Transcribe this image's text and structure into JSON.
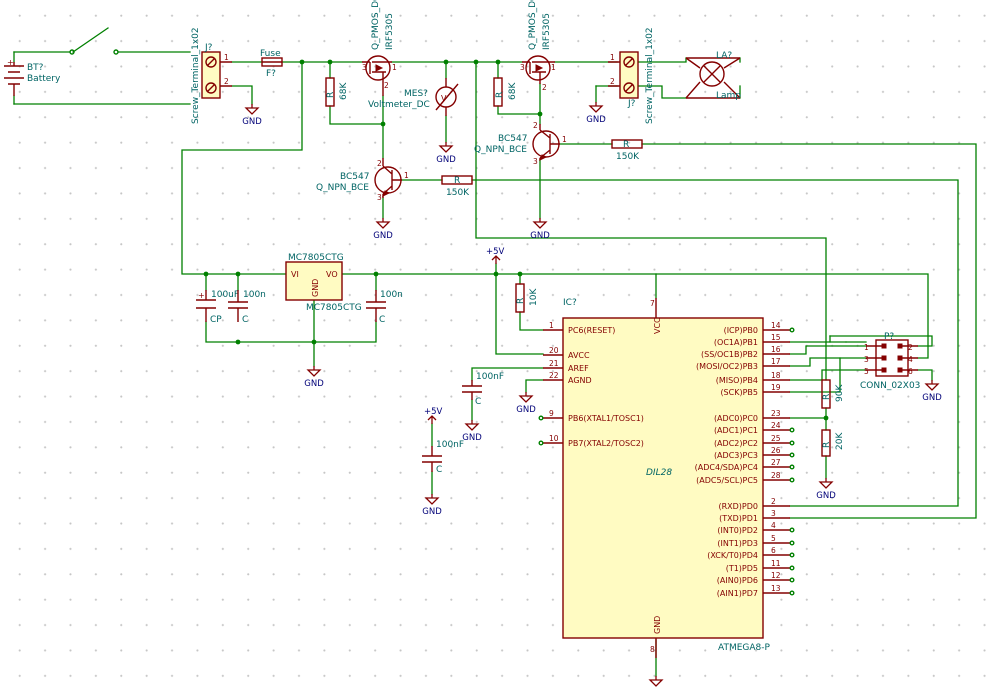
{
  "battery": {
    "ref": "BT?",
    "value": "Battery",
    "pin1": "+"
  },
  "terminal_in": {
    "ref": "J?",
    "value": "Screw_Terminal_1x02",
    "pin1": "1",
    "pin2": "2"
  },
  "terminal_out": {
    "ref": "J?",
    "value": "Screw_Terminal_1x02",
    "pin1": "1",
    "pin2": "2"
  },
  "fuse": {
    "ref": "F?",
    "value": "Fuse"
  },
  "pmos1": {
    "value": "Q_PMOS_DGS",
    "part": "IRF5305",
    "pin_s": "3",
    "pin_d": "1",
    "pin_g": "2"
  },
  "pmos2": {
    "value": "Q_PMOS_DGS",
    "part": "IRF5305",
    "pin_s": "3",
    "pin_d": "1",
    "pin_g": "2"
  },
  "r68k_a": {
    "ref": "R",
    "value": "68K"
  },
  "r68k_b": {
    "ref": "R",
    "value": "68K"
  },
  "voltmeter": {
    "ref": "MES?",
    "value": "Voltmeter_DC",
    "symbol": "V"
  },
  "lamp": {
    "ref": "LA?",
    "value": "Lamp"
  },
  "npn1": {
    "value": "BC547",
    "part": "Q_NPN_BCE",
    "pin_b": "1",
    "pin_c": "2",
    "pin_e": "3"
  },
  "npn2": {
    "value": "BC547",
    "part": "Q_NPN_BCE",
    "pin_b": "1",
    "pin_c": "2",
    "pin_e": "3"
  },
  "r150k_a": {
    "ref": "R",
    "value": "150K"
  },
  "r150k_b": {
    "ref": "R",
    "value": "150K"
  },
  "regulator": {
    "ref": "MC7805CTG",
    "value": "MC7805CTG",
    "vi": "VI",
    "vo": "VO",
    "gnd": "GND"
  },
  "cap_cp": {
    "value": "100uF",
    "ref": "CP"
  },
  "cap_c1": {
    "value": "100n",
    "ref": "C"
  },
  "cap_c2": {
    "value": "100n",
    "ref": "C"
  },
  "cap_aref": {
    "value": "100nF",
    "ref": "C"
  },
  "cap_c4": {
    "value": "100nF",
    "ref": "C"
  },
  "r10k": {
    "ref": "R",
    "value": "10K"
  },
  "r90k": {
    "ref": "R",
    "value": "90K"
  },
  "r20k": {
    "ref": "R",
    "value": "20K"
  },
  "header": {
    "ref": "P?",
    "value": "CONN_02X03",
    "pins": [
      "1",
      "2",
      "3",
      "4",
      "5",
      "6"
    ]
  },
  "power": {
    "gnd": "GND",
    "vcc": "+5V"
  },
  "ic": {
    "ref": "IC?",
    "value": "ATMEGA8-P",
    "package": "DIL28",
    "vcc_label": "VCC",
    "vcc_pin": "7",
    "gnd_label": "GND",
    "gnd_pin": "8",
    "left_pins": [
      {
        "label": "PC6(RESET)",
        "num": "1"
      },
      {
        "label": "AVCC",
        "num": "20"
      },
      {
        "label": "AREF",
        "num": "21"
      },
      {
        "label": "AGND",
        "num": "22"
      },
      {
        "label": "PB6(XTAL1/TOSC1)",
        "num": "9"
      },
      {
        "label": "PB7(XTAL2/TOSC2)",
        "num": "10"
      }
    ],
    "right_pins": [
      {
        "label": "(ICP)PB0",
        "num": "14"
      },
      {
        "label": "(OC1A)PB1",
        "num": "15"
      },
      {
        "label": "(SS/OC1B)PB2",
        "num": "16"
      },
      {
        "label": "(MOSI/OC2)PB3",
        "num": "17"
      },
      {
        "label": "(MISO)PB4",
        "num": "18"
      },
      {
        "label": "(SCK)PB5",
        "num": "19"
      },
      {
        "label": "(ADC0)PC0",
        "num": "23"
      },
      {
        "label": "(ADC1)PC1",
        "num": "24"
      },
      {
        "label": "(ADC2)PC2",
        "num": "25"
      },
      {
        "label": "(ADC3)PC3",
        "num": "26"
      },
      {
        "label": "(ADC4/SDA)PC4",
        "num": "27"
      },
      {
        "label": "(ADC5/SCL)PC5",
        "num": "28"
      },
      {
        "label": "(RXD)PD0",
        "num": "2"
      },
      {
        "label": "(TXD)PD1",
        "num": "3"
      },
      {
        "label": "(INT0)PD2",
        "num": "4"
      },
      {
        "label": "(INT1)PD3",
        "num": "5"
      },
      {
        "label": "(XCK/T0)PD4",
        "num": "6"
      },
      {
        "label": "(T1)PD5",
        "num": "11"
      },
      {
        "label": "(AIN0)PD6",
        "num": "12"
      },
      {
        "label": "(AIN1)PD7",
        "num": "13"
      }
    ]
  }
}
